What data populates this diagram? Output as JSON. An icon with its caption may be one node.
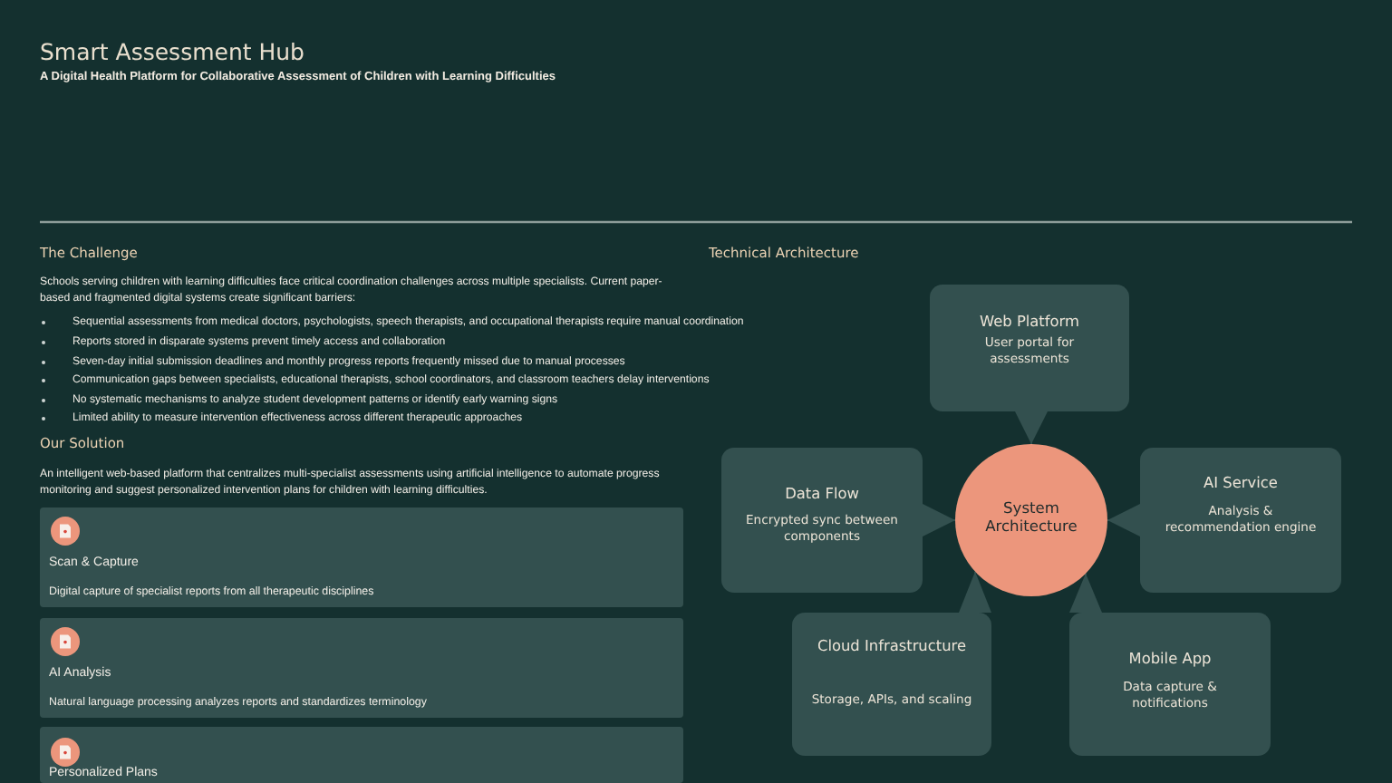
{
  "diagram": {
    "title": "Smart Assessment Hub",
    "nodes": [
      {
        "text": [
          "Scan & Capture",
          "Digital capture of specialist reports from all therapeutic disciplines"
        ]
      },
      {
        "text": [
          "AI Analysis",
          "Natural language processing analyzes reports and standardizes terminology"
        ]
      },
      {
        "text": [
          "Personalized Plans"
        ]
      },
      {
        "text": [
          "Web Platform",
          "User portal for assessments"
        ]
      },
      {
        "text": [
          "Data Flow",
          "Encrypted sync between components"
        ]
      },
      {
        "text": [
          "System Architecture"
        ]
      },
      {
        "text": [
          "AI Service",
          "Analysis & recommendation engine"
        ]
      },
      {
        "text": [
          "Cloud Infrastructure",
          "Storage, APIs, and scaling"
        ]
      },
      {
        "text": [
          "Mobile App",
          "Data capture & notifications"
        ]
      }
    ],
    "edges": [
      {
        "from": 3,
        "to": 5,
        "arrow": "to"
      },
      {
        "from": 4,
        "to": 5,
        "arrow": "to"
      },
      {
        "from": 6,
        "to": 5,
        "arrow": "to"
      },
      {
        "from": 7,
        "to": 5,
        "arrow": "to"
      },
      {
        "from": 8,
        "to": 5,
        "arrow": "to"
      }
    ],
    "labels": [
      "A Digital Health Platform for Collaborative Assessment of Children with Learning Difficulties",
      "The Challenge",
      "Schools serving children with learning difficulties face critical coordination challenges across multiple specialists. Current paper-based and fragmented digital systems create significant barriers:",
      "Sequential assessments from medical doctors, psychologists, speech therapists, and occupational therapists require manual coordination",
      "Reports stored in disparate systems prevent timely access and collaboration",
      "Seven-day initial submission deadlines and monthly progress reports frequently missed due to manual processes",
      "Communication gaps between specialists, educational therapists, school coordinators, and classroom teachers delay interventions",
      "No systematic mechanisms to analyze student development patterns or identify early warning signs",
      "Limited ability to measure intervention effectiveness across different therapeutic approaches",
      "Our Solution",
      "An intelligent web-based platform that centralizes multi-specialist assessments using artificial intelligence to automate progress monitoring and suggest personalized intervention plans for children with learning difficulties.",
      "Technical Architecture"
    ]
  }
}
